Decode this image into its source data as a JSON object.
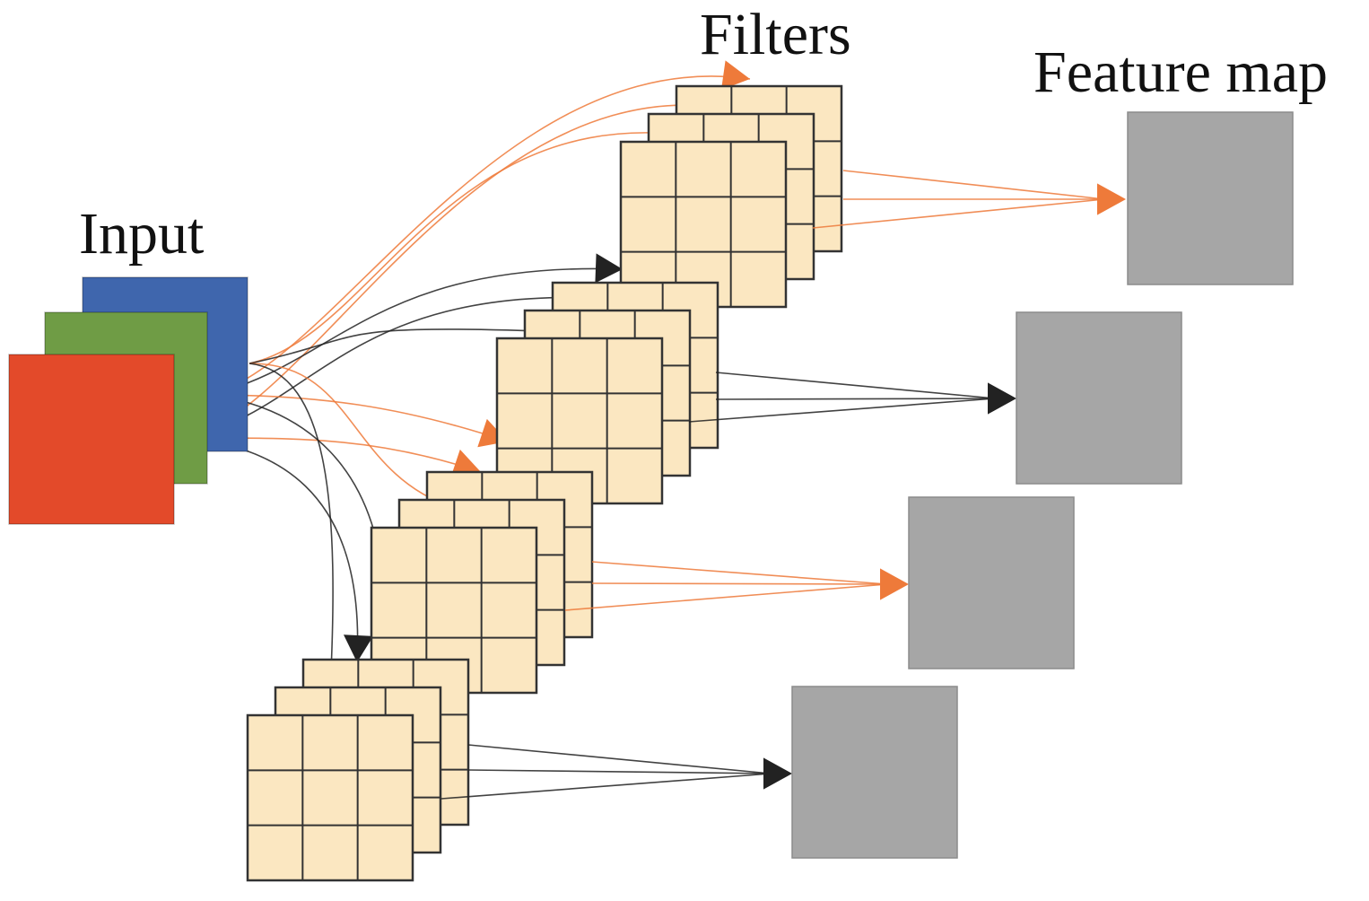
{
  "labels": {
    "input": "Input",
    "filters": "Filters",
    "feature_map": "Feature map"
  },
  "colors": {
    "input_channels": [
      "#3f66ad",
      "#6f9c45",
      "#e34a2a"
    ],
    "filter_fill": "#fbe7c1",
    "filter_grid": "#333333",
    "feature_map": "#a6a6a6",
    "connection_groups": [
      "#ee7a3a",
      "#222222",
      "#ee7a3a",
      "#222222"
    ]
  },
  "structure": {
    "input_channels": 3,
    "filter_groups": 4,
    "filter_layers_per_group": 3,
    "kernel_grid": [
      3,
      3
    ],
    "feature_maps": 4
  }
}
